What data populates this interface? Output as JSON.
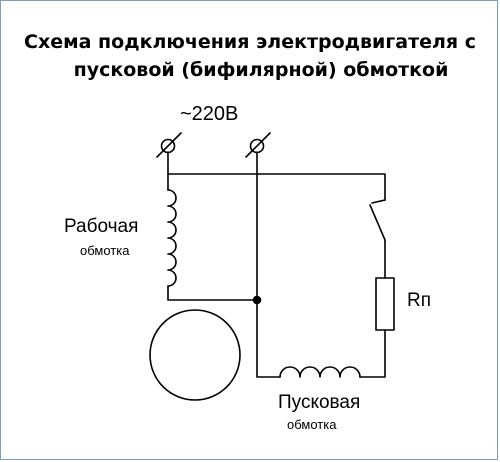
{
  "title": {
    "line1": "Схема подключения электродвигателя с",
    "line2": "пусковой (бифилярной) обмоткой"
  },
  "labels": {
    "voltage": "~220В",
    "working_winding": "Рабочая",
    "working_winding_sub": "обмотка",
    "resistor": "Rп",
    "starting_winding": "Пусковая",
    "starting_winding_sub": "обмотка"
  },
  "colors": {
    "line": "#000000",
    "frame": "#7f9db9"
  }
}
